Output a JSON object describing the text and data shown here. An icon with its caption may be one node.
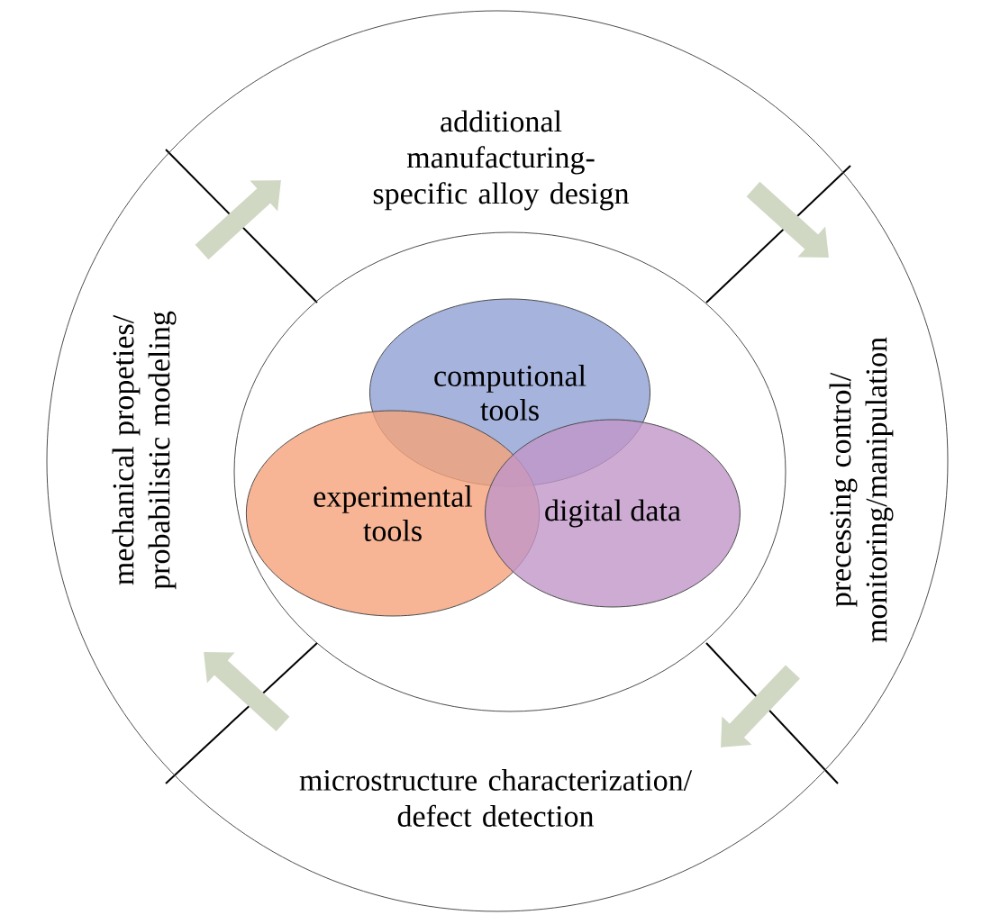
{
  "diagram": {
    "nodes": [
      {
        "text": [],
        "shape": "circle"
      },
      {
        "text": [
          "additional manufacturing-specific alloy design"
        ],
        "in": 0
      },
      {
        "text": [
          "mechanical propeties/ probabilistic modeling"
        ],
        "in": 0
      },
      {
        "text": [
          "precessing control/ monitoring/manipulation"
        ],
        "in": 0
      },
      {
        "text": [],
        "shape": "circle",
        "in": 0
      },
      {
        "text": [
          "computional tools"
        ],
        "in": 4
      },
      {
        "text": [
          "experimental tools"
        ],
        "in": 4
      },
      {
        "text": [
          "digital data"
        ],
        "in": 4
      },
      {
        "text": [
          "microstructure characterization/ defect detection"
        ],
        "in": 0
      }
    ],
    "edges": [
      {
        "from": 2,
        "to": 1,
        "arrow": "to"
      },
      {
        "from": 1,
        "to": 3,
        "arrow": "to"
      },
      {
        "from": 3,
        "to": 8,
        "arrow": "to"
      },
      {
        "from": 8,
        "to": 2,
        "arrow": "to"
      }
    ]
  }
}
